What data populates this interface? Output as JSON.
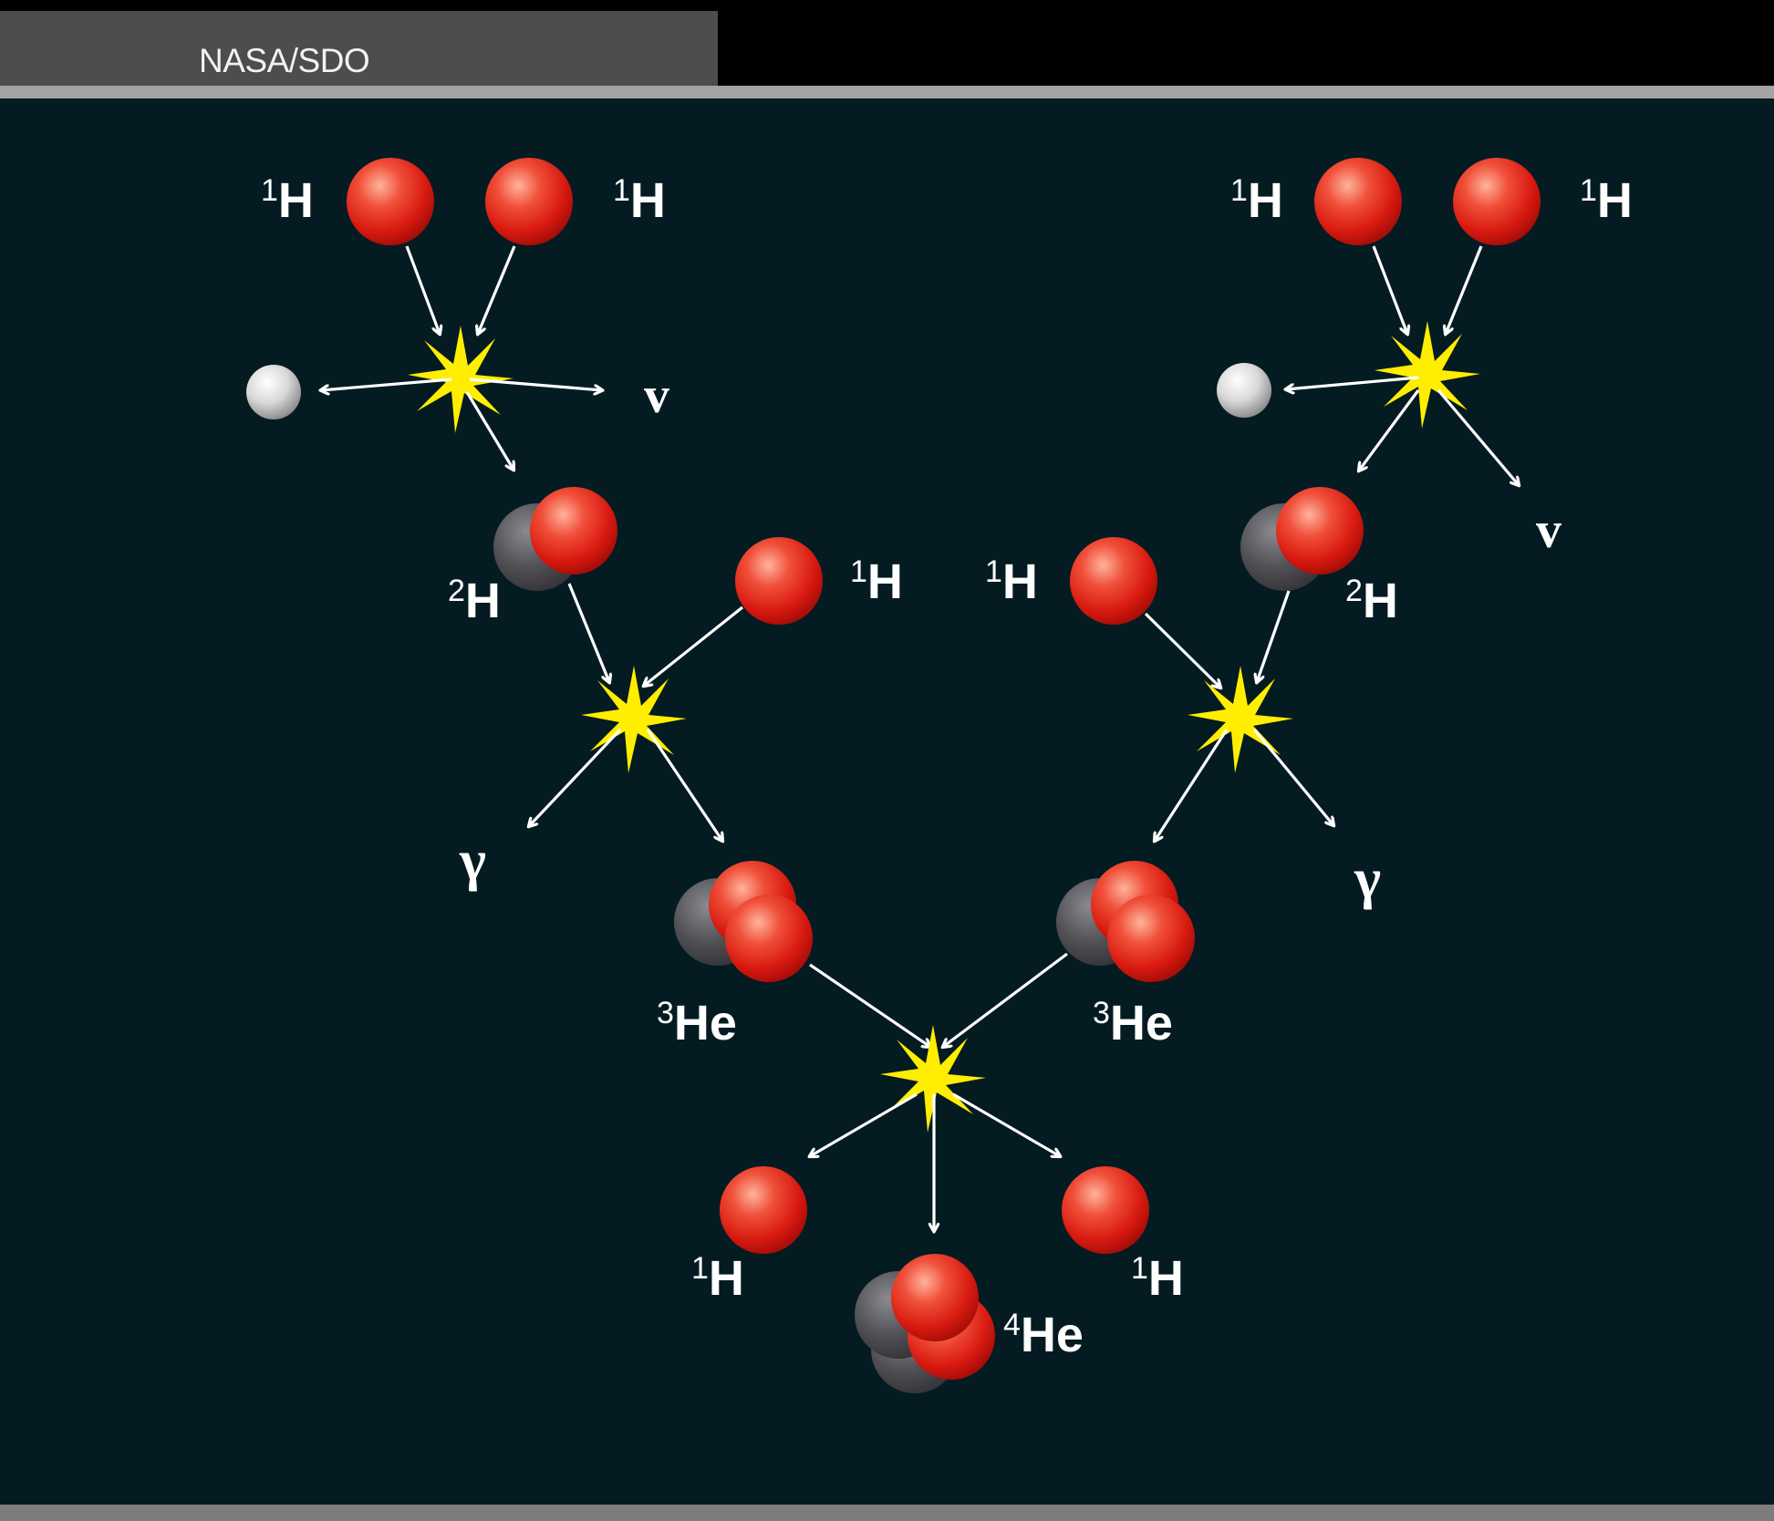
{
  "credit": "NASA/SDO",
  "colors": {
    "background": "#051b22",
    "proton": "#e8281e",
    "neutron": "#5a5a5e",
    "positron": "#e6e6e6",
    "flash": "#ffee00",
    "arrow": "#ffffff",
    "label": "#ffffff"
  },
  "labels": {
    "h1_top_left_a": "1H",
    "h1_top_left_b": "1H",
    "h1_top_right_a": "1H",
    "h1_top_right_b": "1H",
    "neutrino_left": "v",
    "neutrino_right": "v",
    "h2_left": "2H",
    "h2_right": "2H",
    "h1_mid_left": "1H",
    "h1_mid_right": "1H",
    "gamma_left": "γ",
    "gamma_right": "γ",
    "he3_left": "3He",
    "he3_right": "3He",
    "h1_bottom_left": "1H",
    "h1_bottom_right": "1H",
    "he4": "4He"
  },
  "legend_icons": [
    "proton-icon",
    "neutron-icon",
    "positron-icon",
    "flash-icon",
    "arrow-icon"
  ]
}
